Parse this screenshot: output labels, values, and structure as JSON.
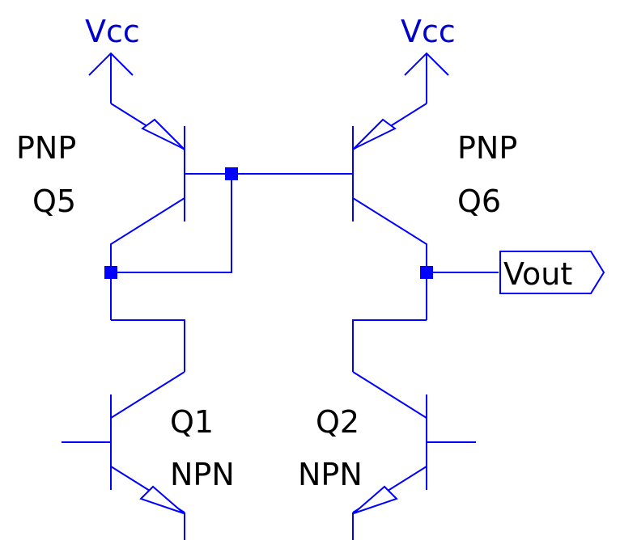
{
  "supplies": {
    "left": "Vcc",
    "right": "Vcc"
  },
  "transistors": {
    "q5": {
      "type": "PNP",
      "name": "Q5"
    },
    "q6": {
      "type": "PNP",
      "name": "Q6"
    },
    "q1": {
      "type": "NPN",
      "name": "Q1"
    },
    "q2": {
      "type": "NPN",
      "name": "Q2"
    }
  },
  "output_port": {
    "label": "Vout"
  },
  "colors": {
    "wire": "#0000ff",
    "net_label": "#0000cc",
    "text": "#000000"
  }
}
